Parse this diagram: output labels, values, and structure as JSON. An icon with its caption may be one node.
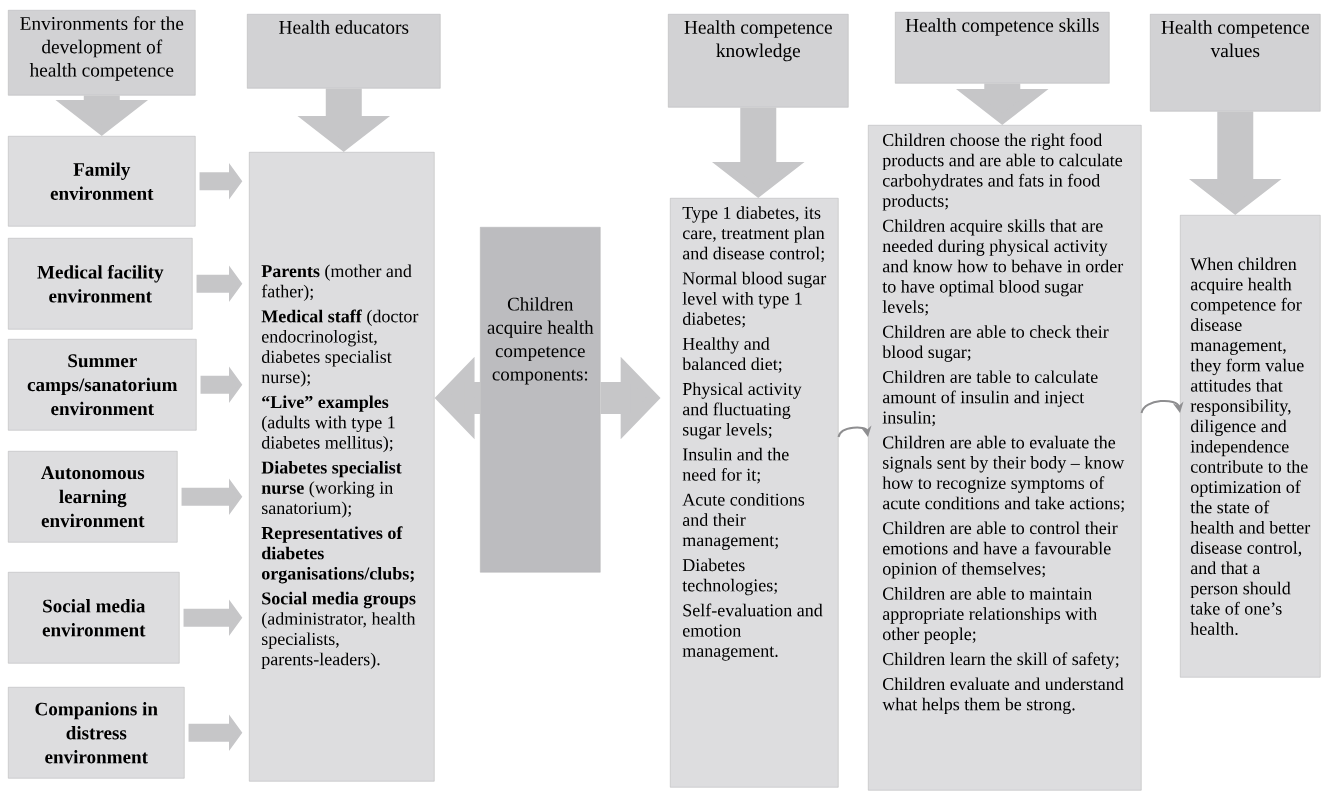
{
  "diagram": {
    "nodes": [
      {
        "text": [
          "Environments for the development of health competence"
        ]
      },
      {
        "text": [
          "Health educators"
        ]
      },
      {
        "text": [
          "Health competence knowledge"
        ]
      },
      {
        "text": [
          "Health competence skills"
        ]
      },
      {
        "text": [
          "Health competence values"
        ]
      },
      {
        "text": [
          "Family environment"
        ]
      },
      {
        "text": [
          "Medical facility environment"
        ]
      },
      {
        "text": [
          "Summer camps/sanatorium environment"
        ]
      },
      {
        "text": [
          "Autonomous learning environment"
        ]
      },
      {
        "text": [
          "Social media environment"
        ]
      },
      {
        "text": [
          "Companions in distress environment"
        ]
      },
      {
        "text": [
          "**Parents** (mother and father);",
          "**Medical staff** (doctor endocrinologist, diabetes specialist nurse);",
          "**“Live” examples** (adults with type 1 diabetes mellitus);",
          "**Diabetes specialist nurse** (working in sanatorium);",
          "Representatives of diabetes organisations/clubs;",
          "**Social media groups** (administrator, health specialists, parents-leaders)."
        ]
      },
      {
        "text": [
          "Children acquire health competence components:"
        ]
      },
      {
        "text": [
          "Type 1 diabetes, its care, treatment plan and disease control;",
          "Normal blood sugar level with type 1 diabetes;",
          "Healthy and balanced diet;",
          "Physical activity and fluctuating sugar levels;",
          "Insulin and the need for it;",
          "Acute conditions and their management;",
          "Diabetes technologies;",
          "Self-evaluation and emotion management."
        ]
      },
      {
        "text": [
          "Children choose the right food products and are able to calculate carbohydrates and fats in food products;",
          "Children acquire skills that are needed during physical activity and know how to behave in order to have optimal blood sugar levels;",
          "Children are able to check their blood sugar;",
          "Children are table to calculate amount of insulin and inject insulin;",
          "Children are able to evaluate the signals sent by their body – know how to recognize symptoms of acute conditions and take actions;",
          "Children are able to control their emotions and have a favourable opinion of themselves;",
          "Children are able to maintain appropriate relationships with other people;",
          "Children learn the skill of safety;",
          "Children evaluate and understand what helps them be strong."
        ]
      },
      {
        "text": [
          "When children acquire health competence for disease management, they form value attitudes that responsibility, diligence and independence contribute to the optimization of the state of health and better disease control, and that a person should take of one’s health."
        ]
      }
    ],
    "edges": [
      {
        "from": 0,
        "to": 5,
        "arrow": "to",
        "style": "thick"
      },
      {
        "from": 1,
        "to": 11,
        "arrow": "to",
        "style": "thick"
      },
      {
        "from": 2,
        "to": 13,
        "arrow": "to",
        "style": "thick"
      },
      {
        "from": 3,
        "to": 14,
        "arrow": "to",
        "style": "thick"
      },
      {
        "from": 4,
        "to": 15,
        "arrow": "to",
        "style": "thick"
      },
      {
        "from": 5,
        "to": 11,
        "arrow": "to"
      },
      {
        "from": 6,
        "to": 11,
        "arrow": "to"
      },
      {
        "from": 7,
        "to": 11,
        "arrow": "to"
      },
      {
        "from": 8,
        "to": 11,
        "arrow": "to"
      },
      {
        "from": 9,
        "to": 11,
        "arrow": "to"
      },
      {
        "from": 10,
        "to": 11,
        "arrow": "to"
      },
      {
        "from": 12,
        "to": 11,
        "arrow": "to"
      },
      {
        "from": 12,
        "to": 13,
        "arrow": "to"
      },
      {
        "from": 13,
        "to": 14,
        "arrow": "to"
      },
      {
        "from": 14,
        "to": 15,
        "arrow": "to"
      }
    ]
  }
}
